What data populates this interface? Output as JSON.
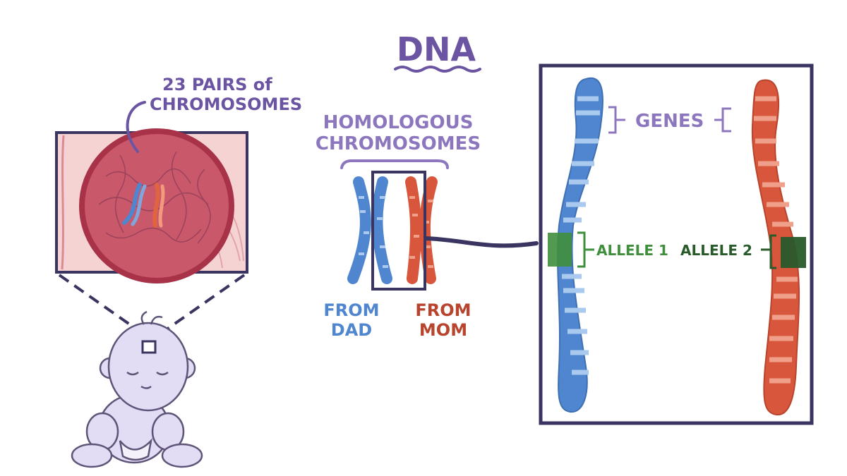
{
  "title": "DNA",
  "cell_label": {
    "line1": "23 PAIRS of",
    "line2": "CHROMOSOMES"
  },
  "homologous_label": {
    "line1": "HOMOLOGOUS",
    "line2": "CHROMOSOMES"
  },
  "from_dad": {
    "line1": "FROM",
    "line2": "DAD"
  },
  "from_mom": {
    "line1": "FROM",
    "line2": "MOM"
  },
  "genes_label": "GENES",
  "allele1_label": "ALLELE 1",
  "allele2_label": "ALLELE 2",
  "colors": {
    "purple": "#6b55a3",
    "frame": "#3a3560",
    "dad_blue": "#4f86cf",
    "dad_blue_light": "#a9c9ef",
    "mom_red": "#d8563b",
    "mom_red_light": "#f0a08a",
    "allele_green": "#3f8f3c",
    "allele_dark_green": "#285a2a",
    "cell_pink": "#f6d3d3",
    "nucleus": "#c9596a",
    "nucleus_rim": "#a83247",
    "baby": "#e2dcf4"
  }
}
